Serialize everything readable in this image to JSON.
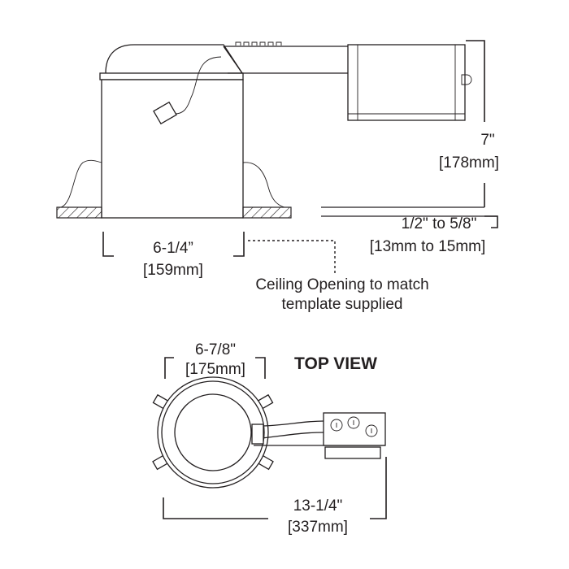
{
  "side_view": {
    "height_in": "7\"",
    "height_mm": "[178mm]",
    "ceiling_in": "1/2\" to 5/8\"",
    "ceiling_mm": "[13mm to 15mm]",
    "opening_in": "6-1/4”",
    "opening_mm": "[159mm]",
    "note_line1": "Ceiling Opening to match",
    "note_line2": "template supplied"
  },
  "top_view": {
    "title": "TOP VIEW",
    "diameter_in": "6-7/8\"",
    "diameter_mm": "[175mm]",
    "length_in": "13-1/4\"",
    "length_mm": "[337mm]"
  }
}
